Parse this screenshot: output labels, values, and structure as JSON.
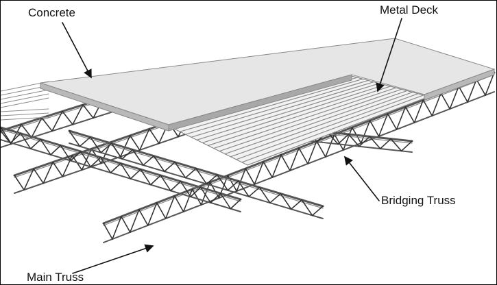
{
  "labels": {
    "concrete": "Concrete",
    "metal_deck": "Metal Deck",
    "bridging_truss": "Bridging Truss",
    "main_truss": "Main Truss"
  },
  "colors": {
    "concrete": "#e6e6e6",
    "concrete_edge": "#b9b9b9",
    "deck": "#f2f2f2",
    "steel": "#333333"
  }
}
